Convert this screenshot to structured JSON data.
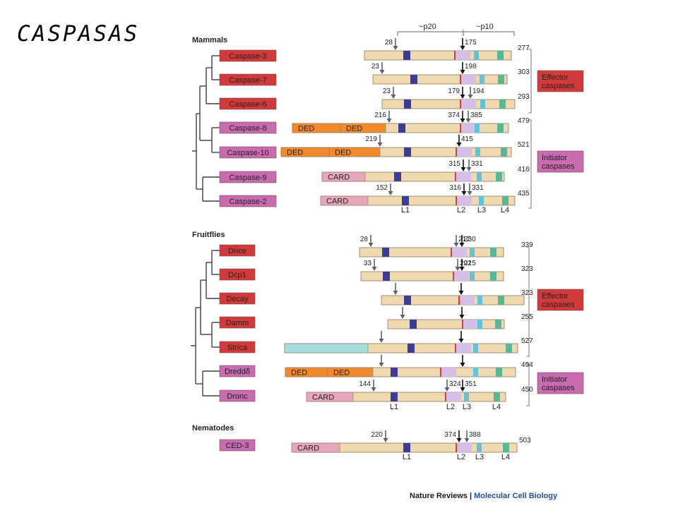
{
  "title": "CASPASAS",
  "credit": {
    "publisher": "Nature Reviews",
    "separator": "|",
    "journal": "Molecular Cell Biology"
  },
  "colors": {
    "effector": "#d13a3a",
    "initiator": "#c96bb0",
    "backbone": "#efd9b0",
    "ded": "#f08a2e",
    "card": "#e5a6be",
    "prodomain_cyan": "#a8dcdc",
    "l1": "#3c3c92",
    "l2": "#d6bfe6",
    "l3": "#62c2d8",
    "l4": "#58b896",
    "red_line": "#d43030",
    "arrow_gray": "#5a6270",
    "arrow_black": "#111111"
  },
  "subunit_labels": {
    "p20": "~p20",
    "p10": "~p10"
  },
  "groups": [
    {
      "id": "mammals",
      "heading": "Mammals",
      "tree": "mammals",
      "proteins": [
        {
          "name": "Caspase-3",
          "class": "effector",
          "length": "277",
          "prodomain": [],
          "cleavage": [
            {
              "label": "28",
              "color": "gray"
            },
            {
              "label": "175",
              "color": "black"
            }
          ],
          "loops": "1234"
        },
        {
          "name": "Caspase-7",
          "class": "effector",
          "length": "303",
          "prodomain": [],
          "cleavage": [
            {
              "label": "23",
              "color": "gray"
            },
            {
              "label": "198",
              "color": "black"
            }
          ],
          "loops": "1234"
        },
        {
          "name": "Caspase-6",
          "class": "effector",
          "length": "293",
          "prodomain": [],
          "cleavage": [
            {
              "label": "23",
              "color": "gray"
            },
            {
              "label": "179",
              "color": "black"
            },
            {
              "label": "194",
              "color": "gray"
            }
          ],
          "loops": "1234"
        },
        {
          "name": "Caspase-8",
          "class": "initiator",
          "length": "479",
          "prodomain": [
            "DED",
            "DED"
          ],
          "cleavage": [
            {
              "label": "216",
              "color": "gray"
            },
            {
              "label": "374",
              "color": "black"
            },
            {
              "label": "385",
              "color": "gray"
            }
          ],
          "loops": "1234"
        },
        {
          "name": "Caspase-10",
          "class": "initiator",
          "length": "521",
          "prodomain": [
            "DED",
            "DED"
          ],
          "cleavage": [
            {
              "label": "219",
              "color": "gray"
            },
            {
              "label": "415",
              "color": "black"
            }
          ],
          "loops": "1234"
        },
        {
          "name": "Caspase-9",
          "class": "initiator",
          "length": "416",
          "prodomain": [
            "CARD"
          ],
          "cleavage": [
            {
              "label": "315",
              "color": "black"
            },
            {
              "label": "331",
              "color": "gray"
            }
          ],
          "loops": "1234"
        },
        {
          "name": "Caspase-2",
          "class": "initiator",
          "length": "435",
          "prodomain": [
            "CARD"
          ],
          "cleavage": [
            {
              "label": "152",
              "color": "gray"
            },
            {
              "label": "316",
              "color": "black"
            },
            {
              "label": "331",
              "color": "gray"
            }
          ],
          "loops": "1234"
        }
      ],
      "loop_labels": [
        "L1",
        "L2",
        "L3",
        "L4"
      ],
      "brackets": [
        {
          "label": [
            "Effector",
            "caspases"
          ],
          "class": "effector"
        },
        {
          "label": [
            "Initiator",
            "caspases"
          ],
          "class": "initiator"
        }
      ]
    },
    {
      "id": "fruitflies",
      "heading": "Fruitflies",
      "tree": "fruitflies",
      "proteins": [
        {
          "name": "Drice",
          "class": "effector",
          "length": "339",
          "prodomain": [],
          "cleavage": [
            {
              "label": "28",
              "color": "gray"
            },
            {
              "label": "217",
              "color": "gray"
            },
            {
              "label": "230",
              "color": "black"
            }
          ],
          "loops": "1234"
        },
        {
          "name": "Dcp1",
          "class": "effector",
          "length": "323",
          "prodomain": [],
          "cleavage": [
            {
              "label": "33",
              "color": "gray"
            },
            {
              "label": "202",
              "color": "gray"
            },
            {
              "label": "215",
              "color": "black"
            }
          ],
          "loops": "1234"
        },
        {
          "name": "Decay",
          "class": "effector",
          "length": "323",
          "prodomain": [],
          "cleavage": [
            {
              "label": "",
              "color": "gray"
            },
            {
              "label": "",
              "color": "black"
            }
          ],
          "loops": "1234"
        },
        {
          "name": "Damm",
          "class": "effector",
          "length": "255",
          "prodomain": [],
          "cleavage": [
            {
              "label": "",
              "color": "gray"
            },
            {
              "label": "",
              "color": "black"
            }
          ],
          "loops": "1234"
        },
        {
          "name": "Strica",
          "class": "effector",
          "length": "527",
          "prodomain": [
            "cyan"
          ],
          "cleavage": [
            {
              "label": "",
              "color": "gray"
            },
            {
              "label": "",
              "color": "black"
            }
          ],
          "loops": "1234"
        },
        {
          "name": "Dreddδ",
          "class": "initiator",
          "length": "494",
          "prodomain": [
            "DED",
            "DED"
          ],
          "cleavage": [
            {
              "label": "",
              "color": "gray"
            },
            {
              "label": "",
              "color": "black"
            }
          ],
          "loops": "1234"
        },
        {
          "name": "Dronc",
          "class": "initiator",
          "length": "450",
          "prodomain": [
            "CARD"
          ],
          "cleavage": [
            {
              "label": "144",
              "color": "gray"
            },
            {
              "label": "324",
              "color": "gray"
            },
            {
              "label": "351",
              "color": "black"
            }
          ],
          "loops": "1234"
        }
      ],
      "loop_labels": [
        "L1",
        "L2",
        "L3",
        "L4"
      ],
      "brackets": [
        {
          "label": [
            "Effector",
            "caspases"
          ],
          "class": "effector"
        },
        {
          "label": [
            "Initiator",
            "caspases"
          ],
          "class": "initiator"
        }
      ]
    },
    {
      "id": "nematodes",
      "heading": "Nematodes",
      "tree": "none",
      "proteins": [
        {
          "name": "CED-3",
          "class": "initiator",
          "length": "503",
          "prodomain": [
            "CARD"
          ],
          "cleavage": [
            {
              "label": "220",
              "color": "gray"
            },
            {
              "label": "374",
              "color": "black"
            },
            {
              "label": "388",
              "color": "gray"
            }
          ],
          "loops": "1234"
        }
      ],
      "loop_labels": [
        "L1",
        "L2",
        "L3",
        "L4"
      ],
      "brackets": []
    }
  ]
}
